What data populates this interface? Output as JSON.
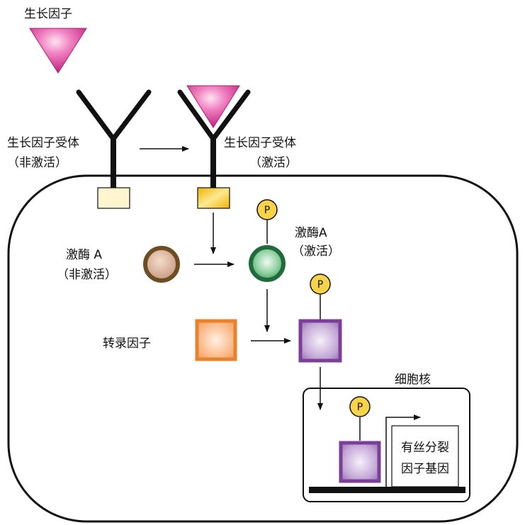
{
  "labels": {
    "growth_factor": "生长因子",
    "receptor_inactive": "生长因子受体",
    "receptor_inactive_state": "（非激活）",
    "receptor_active": "生长因子受体",
    "receptor_active_state": "（激活）",
    "kinase_inactive": "激酶 A",
    "kinase_inactive_state": "（非激活）",
    "kinase_active": "激酶A",
    "kinase_active_state": "（激活）",
    "transcription_factor": "转录因子",
    "nucleus": "细胞核",
    "gene_line1": "有丝分裂",
    "gene_line2": "因子基因",
    "phosphate": "P"
  },
  "colors": {
    "growth_factor": "#d63c9a",
    "kinase_inactive_ring": "#6b4e22",
    "kinase_active_ring": "#1f6b3a",
    "transcription_factor": "#e8822c",
    "transcription_factor_active": "#7b3f98",
    "phosphate": "#f7d34a",
    "receptor_domain_inactive": "#fff6cf",
    "receptor_domain_active": "#f5c526"
  }
}
